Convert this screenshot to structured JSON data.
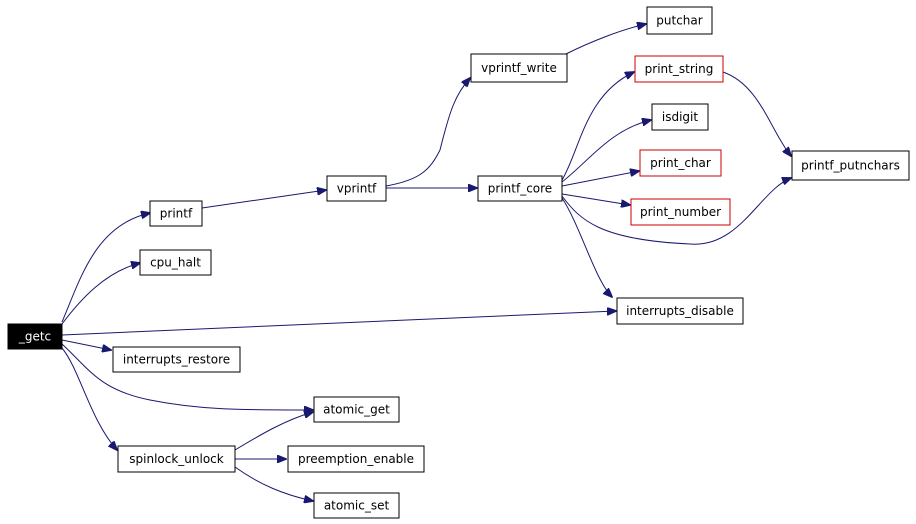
{
  "diagram": {
    "nodes": {
      "getc": "_getc",
      "printf": "printf",
      "cpu_halt": "cpu_halt",
      "interrupts_restore": "interrupts_restore",
      "spinlock_unlock": "spinlock_unlock",
      "atomic_get": "atomic_get",
      "preemption_enable": "preemption_enable",
      "atomic_set": "atomic_set",
      "vprintf": "vprintf",
      "vprintf_write": "vprintf_write",
      "putchar": "putchar",
      "printf_core": "printf_core",
      "print_string": "print_string",
      "isdigit": "isdigit",
      "print_char": "print_char",
      "print_number": "print_number",
      "printf_putnchars": "printf_putnchars",
      "interrupts_disable": "interrupts_disable"
    },
    "edges": [
      [
        "getc",
        "printf"
      ],
      [
        "getc",
        "cpu_halt"
      ],
      [
        "getc",
        "interrupts_disable"
      ],
      [
        "getc",
        "interrupts_restore"
      ],
      [
        "getc",
        "atomic_get"
      ],
      [
        "getc",
        "spinlock_unlock"
      ],
      [
        "printf",
        "vprintf"
      ],
      [
        "vprintf",
        "vprintf_write"
      ],
      [
        "vprintf",
        "printf_core"
      ],
      [
        "vprintf_write",
        "putchar"
      ],
      [
        "printf_core",
        "print_string"
      ],
      [
        "printf_core",
        "isdigit"
      ],
      [
        "printf_core",
        "print_char"
      ],
      [
        "printf_core",
        "print_number"
      ],
      [
        "printf_core",
        "printf_putnchars"
      ],
      [
        "printf_core",
        "interrupts_disable"
      ],
      [
        "print_string",
        "printf_putnchars"
      ],
      [
        "spinlock_unlock",
        "atomic_get"
      ],
      [
        "spinlock_unlock",
        "preemption_enable"
      ],
      [
        "spinlock_unlock",
        "atomic_set"
      ]
    ],
    "colors": {
      "edge": "#191970",
      "node_border": "#000000",
      "highlighted_border": "#cc0000",
      "root_fill": "#000000",
      "root_text": "#ffffff"
    }
  }
}
